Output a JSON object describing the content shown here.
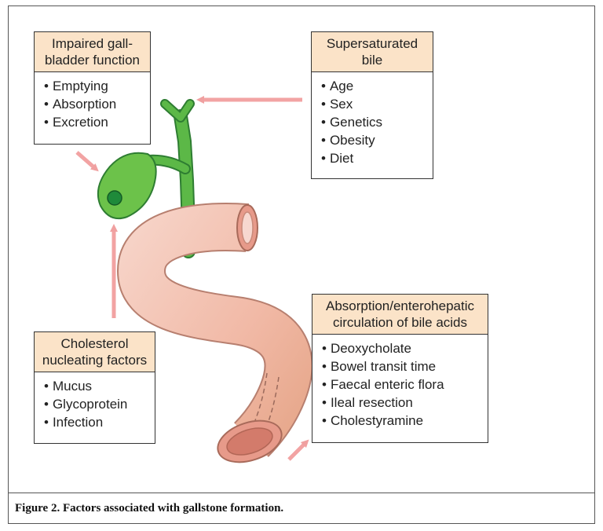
{
  "boxes": {
    "impaired": {
      "title": "Impaired gall-\nbladder function",
      "items": [
        "Emptying",
        "Absorption",
        "Excretion"
      ]
    },
    "supersaturated": {
      "title": "Supersaturated\nbile",
      "items": [
        "Age",
        "Sex",
        "Genetics",
        "Obesity",
        "Diet"
      ]
    },
    "cholesterol": {
      "title": "Cholesterol\nnucleating factors",
      "items": [
        "Mucus",
        "Glycoprotein",
        "Infection"
      ]
    },
    "absorption": {
      "title": "Absorption/enterohepatic\ncirculation of bile acids",
      "items": [
        "Deoxycholate",
        "Bowel transit time",
        "Faecal enteric flora",
        "Ileal resection",
        "Cholestyramine"
      ]
    }
  },
  "caption": "Figure 2. Factors associated with gallstone formation.",
  "colors": {
    "header_fill": "#fbe3c8",
    "arrow": "#f2a3a3",
    "gallbladder": "#4caf3a",
    "intestine": "#f3c2b2"
  }
}
